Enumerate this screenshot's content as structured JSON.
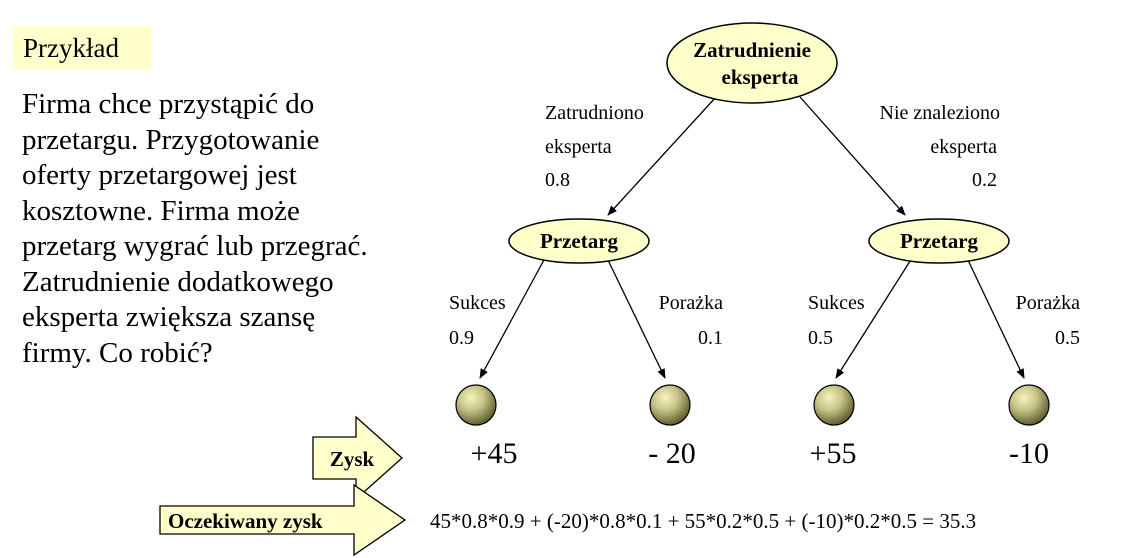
{
  "example_label": "Przykład",
  "description_lines": [
    "Firma chce przystąpić do",
    "przetargu. Przygotowanie",
    "oferty przetargowej jest",
    "kosztowne. Firma może",
    "przetarg wygrać lub przegrać.",
    "Zatrudnienie dodatkowego",
    "eksperta zwiększa szansę",
    "firmy. Co robić?"
  ],
  "tree": {
    "root": {
      "line1": "Zatrudnienie",
      "line2": "eksperta"
    },
    "left_branch": {
      "line1": "Zatrudniono",
      "line2": "eksperta",
      "prob": "0.8"
    },
    "right_branch": {
      "line1": "Nie znaleziono",
      "line2": "eksperta",
      "prob": "0.2"
    },
    "left_node": "Przetarg",
    "right_node": "Przetarg",
    "leaves": [
      {
        "label": "Sukces",
        "prob": "0.9",
        "profit": "+45"
      },
      {
        "label": "Porażka",
        "prob": "0.1",
        "profit": "- 20"
      },
      {
        "label": "Sukces",
        "prob": "0.5",
        "profit": "+55"
      },
      {
        "label": "Porażka",
        "prob": "0.5",
        "profit": "-10"
      }
    ]
  },
  "profit_arrow": "Zysk",
  "expected_arrow": "Oczekiwany zysk",
  "formula": "45*0.8*0.9 + (-20)*0.8*0.1 + 55*0.2*0.5 + (-10)*0.2*0.5 = 35.3",
  "colors": {
    "node_fill": "#ffffcc",
    "label_bg": "#ffffcc",
    "leaf_light": "#f4f2c0",
    "leaf_dark": "#5a5a2a"
  }
}
